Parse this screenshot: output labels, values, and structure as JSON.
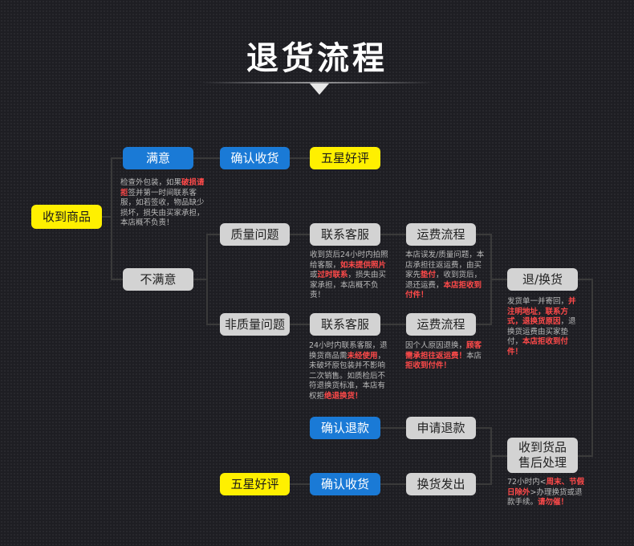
{
  "title": "退货流程",
  "colors": {
    "background": "#1e1e23",
    "blue_box": "#1a7ad6",
    "gray_box": "#d3d3d3",
    "yellow_box": "#fff000",
    "highlight": "#ff4a4a",
    "note_text": "#b9b9b9"
  },
  "nodes": {
    "receive": "收到商品",
    "satisfied": "满意",
    "confirm_receipt_top": "确认收货",
    "five_star_top": "五星好评",
    "unsatisfied": "不满意",
    "quality_issue": "质量问题",
    "contact_cs_quality": "联系客服",
    "shipping_quality": "运费流程",
    "non_quality_issue": "非质量问题",
    "contact_cs_nonquality": "联系客服",
    "shipping_nonquality": "运费流程",
    "return_exchange": "退/换货",
    "confirm_refund": "确认退款",
    "apply_refund": "申请退款",
    "after_sale_line1": "收到货品",
    "after_sale_line2": "售后处理",
    "five_star_bottom": "五星好评",
    "confirm_receipt_bottom": "确认收货",
    "exchange_ship": "换货发出"
  },
  "notes": {
    "satisfied": [
      {
        "t": "检查外包装，如果"
      },
      {
        "t": "破损请拒",
        "hl": true
      },
      {
        "t": "签并第一时间联系客服，如若签收，物品缺少损坏，损失由买家承担，本店概不负责！"
      }
    ],
    "quality_cs": [
      {
        "t": "收到货后24小时内拍照给客服，"
      },
      {
        "t": "如未提供照片",
        "hl": true
      },
      {
        "t": "或"
      },
      {
        "t": "过时联系",
        "hl": true
      },
      {
        "t": "，损失由买家承担，本店概不负责！"
      }
    ],
    "quality_shipping": [
      {
        "t": "本店误发/质量问题，本店承担往返运费，由买家先"
      },
      {
        "t": "垫付",
        "hl": true
      },
      {
        "t": "，收到货后，退还运费，"
      },
      {
        "t": "本店拒收到付件！",
        "hl": true
      }
    ],
    "nonquality_cs": [
      {
        "t": "24小时内联系客服，退换货商品需"
      },
      {
        "t": "未经使用",
        "hl": true
      },
      {
        "t": "，未破坏原包装并不影响二次销售。如质检后不符退换货标准，本店有权拒"
      },
      {
        "t": "绝退换货！",
        "hl": true
      }
    ],
    "nonquality_shipping": [
      {
        "t": "因个人原因退换，"
      },
      {
        "t": "顾客需承担往返运费！",
        "hl": true
      },
      {
        "t": "本店"
      },
      {
        "t": "拒收到付件！",
        "hl": true
      }
    ],
    "return_exchange": [
      {
        "t": "发货单一并寄回，"
      },
      {
        "t": "并注明地址，联系方式，退换货原因",
        "hl": true
      },
      {
        "t": "，退换货运费由买家垫付，"
      },
      {
        "t": "本店拒收到付件！",
        "hl": true
      }
    ],
    "after_sale": [
      {
        "t": "72小时内<"
      },
      {
        "t": "周末、节假日除外",
        "hl": true
      },
      {
        "t": ">办理换货或退款手续。"
      },
      {
        "t": "请勿催！",
        "hl": true
      }
    ]
  }
}
